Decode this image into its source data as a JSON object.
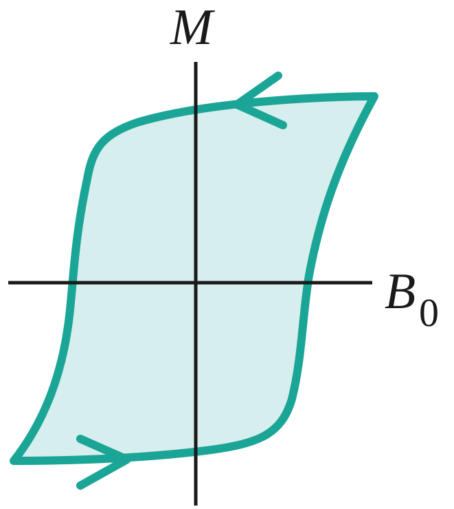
{
  "diagram": {
    "vertical_axis_label": "M",
    "horizontal_axis_label": "B",
    "horizontal_axis_subscript": "0",
    "loop_stroke_color": "#1aa596",
    "loop_fill_color": "#d6eeee",
    "axis_color": "#1a1a1a",
    "arrows": [
      "leftward-arrow-top-branch",
      "rightward-arrow-bottom-branch"
    ]
  }
}
